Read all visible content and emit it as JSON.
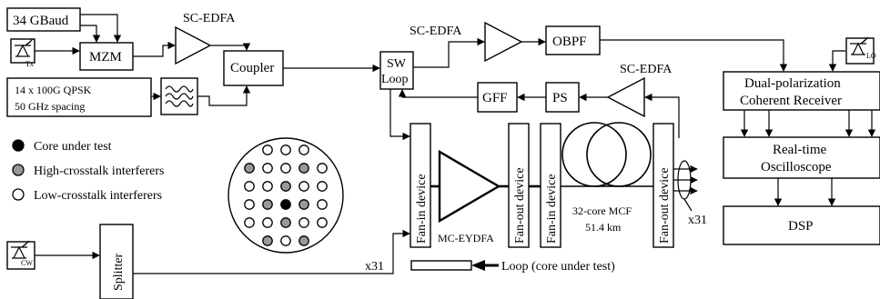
{
  "nodes": {
    "baud": "34 GBaud",
    "tx": "Tx",
    "mzm": "MZM",
    "edfa1": "SC-EDFA",
    "coupler": "Coupler",
    "qpsk_line1": "14 x 100G QPSK",
    "qpsk_line2": "50 GHz spacing",
    "sw_line1": "SW",
    "sw_line2": "Loop",
    "edfa2": "SC-EDFA",
    "obpf": "OBPF",
    "edfa3": "SC-EDFA",
    "gff": "GFF",
    "ps": "PS",
    "lo": "LO",
    "rx_line1": "Dual-polarization",
    "rx_line2": "Coherent Receiver",
    "osc_line1": "Real-time",
    "osc_line2": "Oscilloscope",
    "dsp": "DSP",
    "fanin1": "Fan-in device",
    "fanout1": "Fan-out device",
    "fanin2": "Fan-in device",
    "fanout2": "Fan-out device",
    "eydfa": "MC-EYDFA",
    "mcf_line1": "32-core MCF",
    "mcf_line2": "51.4 km",
    "x31_right": "x31",
    "x31_bottom": "x31",
    "cw": "CW",
    "splitter": "Splitter",
    "loop": "Loop (core under test)"
  },
  "legend": [
    {
      "label": "Core under test",
      "color": "#000000"
    },
    {
      "label": "High-crosstalk interferers",
      "color": "#999999"
    },
    {
      "label": "Low-crosstalk interferers",
      "color": "#ffffff"
    }
  ],
  "core_grid": [
    [
      null,
      "low",
      "low",
      "low",
      null
    ],
    [
      "high",
      "low",
      "low",
      "high",
      "low"
    ],
    [
      "low",
      "low",
      "high",
      "low",
      "low"
    ],
    [
      "low",
      "high",
      "test",
      "high",
      "low"
    ],
    [
      "low",
      "low",
      "high",
      "low",
      "low"
    ],
    [
      null,
      "high",
      "low",
      "high",
      null
    ]
  ],
  "colors": {
    "test": "#000000",
    "high": "#999999",
    "low": "#ffffff"
  }
}
